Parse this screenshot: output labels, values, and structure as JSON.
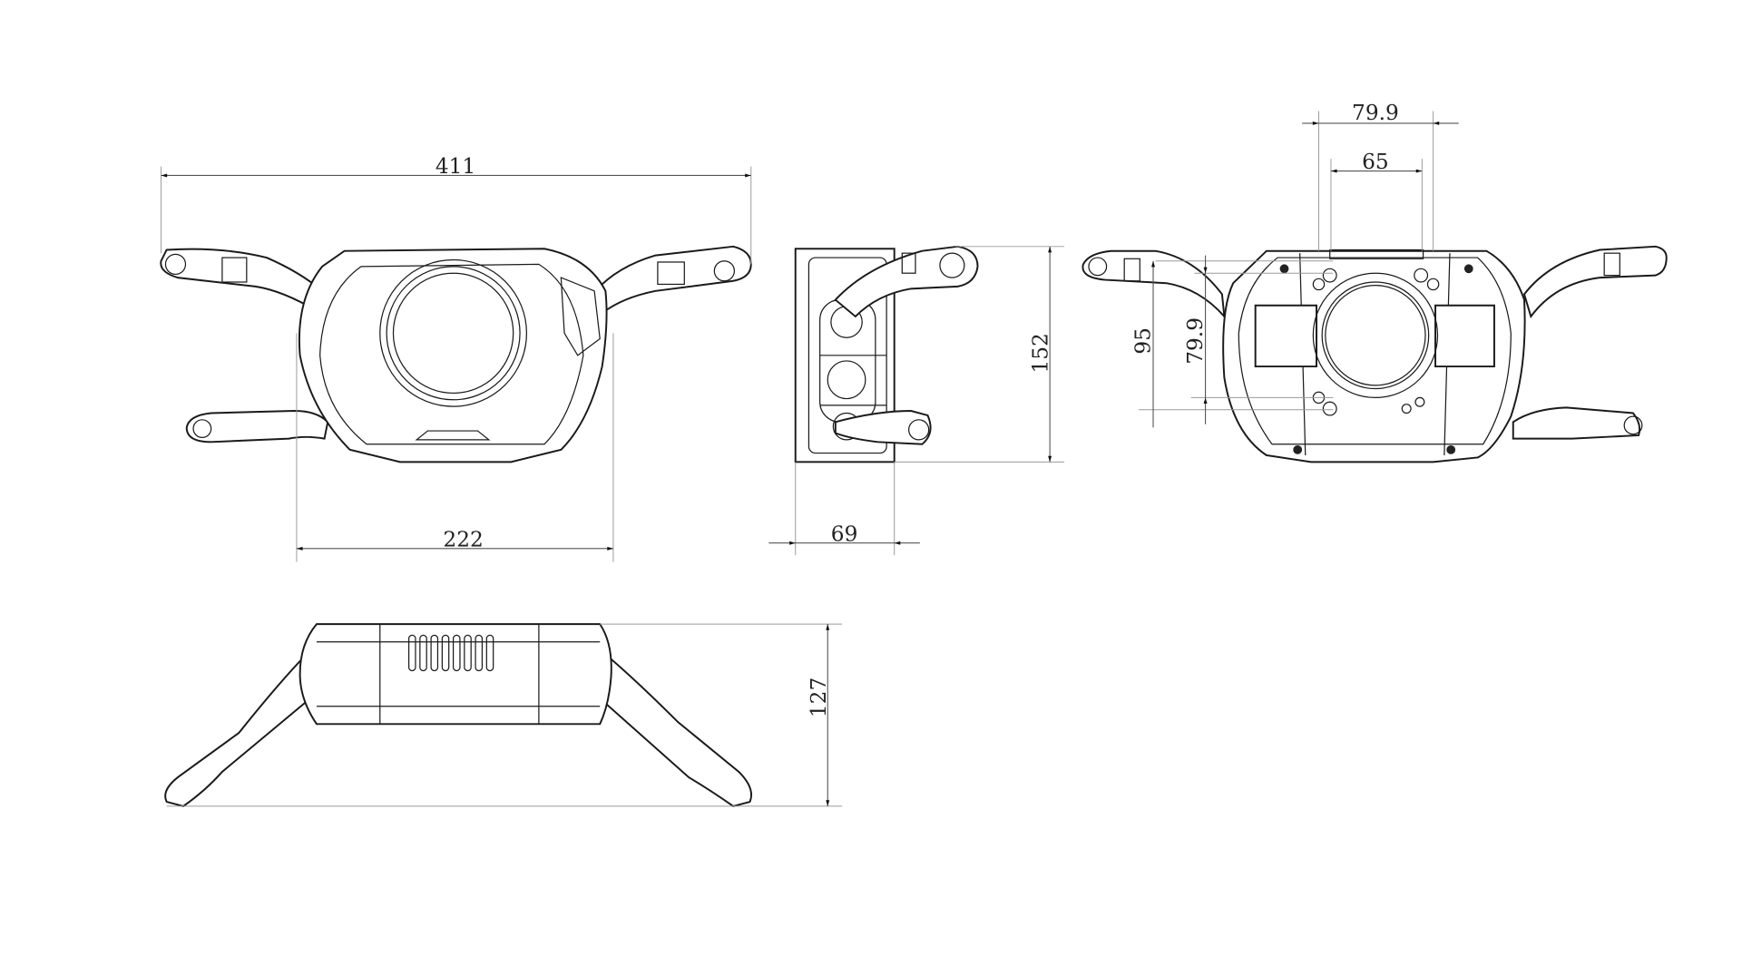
{
  "drawing": {
    "units": "mm",
    "dimensions": {
      "front_width_total": "411",
      "front_body_width": "222",
      "side_depth": "69",
      "height": "152",
      "rear_outer_width": "79.9",
      "rear_inner_width": "65",
      "rear_outer_height": "95",
      "rear_inner_height": "79.9",
      "bottom_height": "127"
    }
  }
}
